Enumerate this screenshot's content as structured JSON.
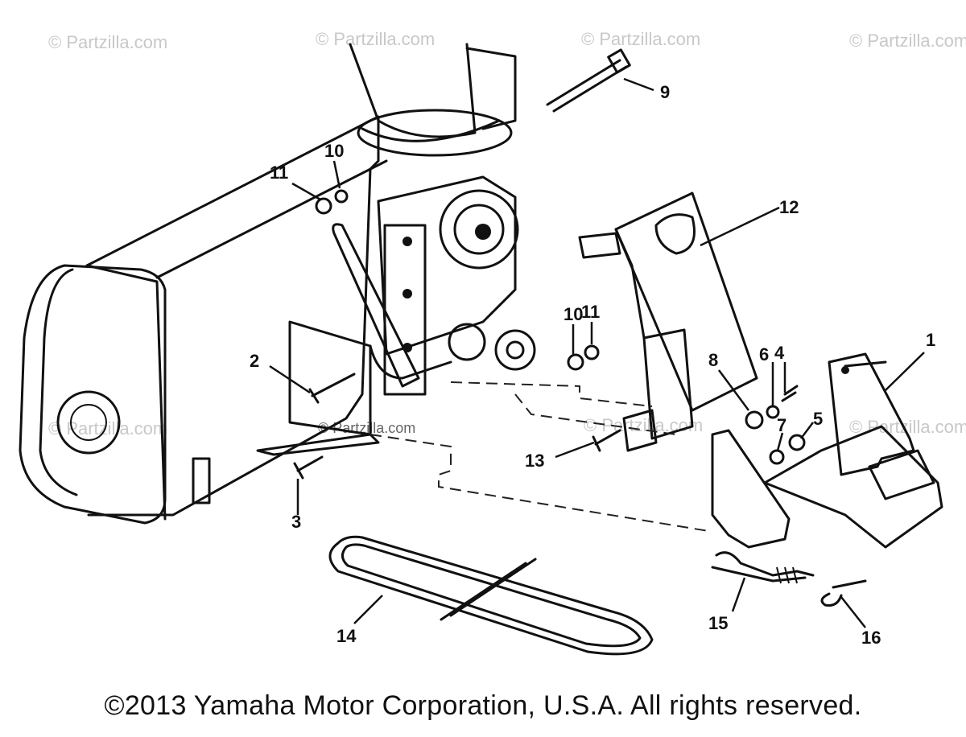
{
  "watermarks": [
    "© Partzilla.com",
    "© Partzilla.com",
    "© Partzilla.com",
    "© Partzilla.com",
    "© Partzilla.com",
    "© Partzilla.com",
    "© Partzilla.com",
    "© Partzilla.com"
  ],
  "callouts": {
    "c1": "1",
    "c2": "2",
    "c3": "3",
    "c4": "4",
    "c5": "5",
    "c6": "6",
    "c7": "7",
    "c8": "8",
    "c9": "9",
    "c10a": "10",
    "c10b": "10",
    "c11a": "11",
    "c11b": "11",
    "c12": "12",
    "c13": "13",
    "c14": "14",
    "c15": "15",
    "c16": "16"
  },
  "copyright": "©2013 Yamaha Motor Corporation, U.S.A. All rights reserved."
}
